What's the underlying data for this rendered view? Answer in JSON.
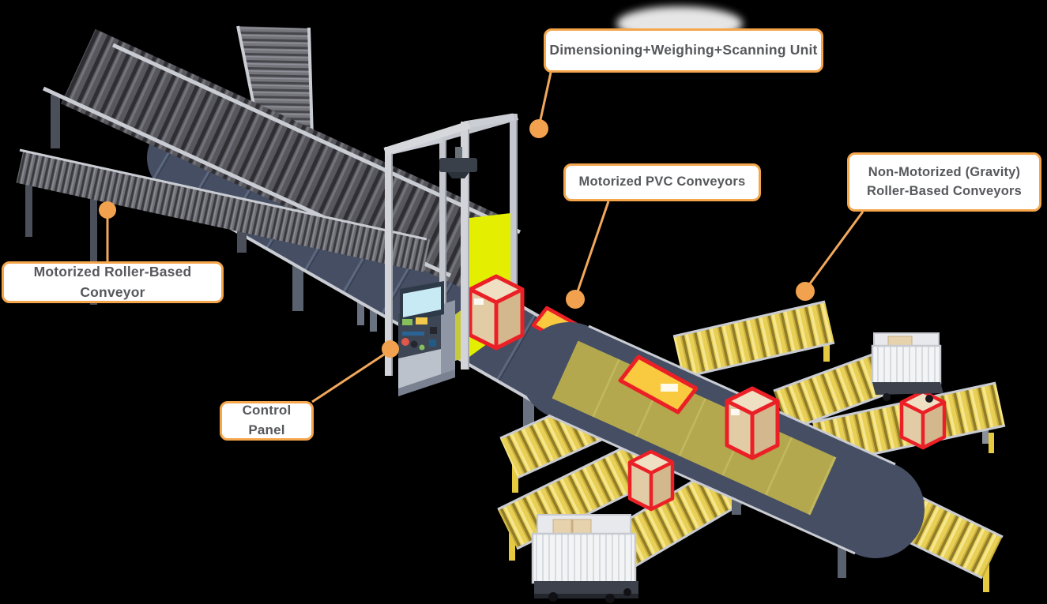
{
  "callouts": {
    "scanning_unit": {
      "text": "Dimensioning+Weighing+Scanning Unit"
    },
    "pvc": {
      "text": "Motorized PVC Conveyors"
    },
    "gravity": {
      "line1": "Non-Motorized (Gravity)",
      "line2": "Roller-Based Conveyors"
    },
    "motorized_roller": {
      "text": "Motorized Roller-Based Conveyor"
    },
    "control_panel": {
      "text": "Control Panel"
    }
  },
  "palette": {
    "background": "#000000",
    "label_border": "#F5A64C",
    "label_text": "#57585C",
    "leader_line": "#F2A85C",
    "leader_dot": "#F2A24E",
    "belt_navy": "#454E63",
    "sorter_olive": "#B3A84E",
    "roller_yellow": "#E8CF55",
    "roller_gray": "#57575D",
    "frame_silver": "#CBCED4",
    "red_outline": "#EB2027",
    "carton_tan": "#E2CCA6",
    "envelope_yellow": "#F9C93F",
    "light_curtain": "#E4EE00"
  }
}
